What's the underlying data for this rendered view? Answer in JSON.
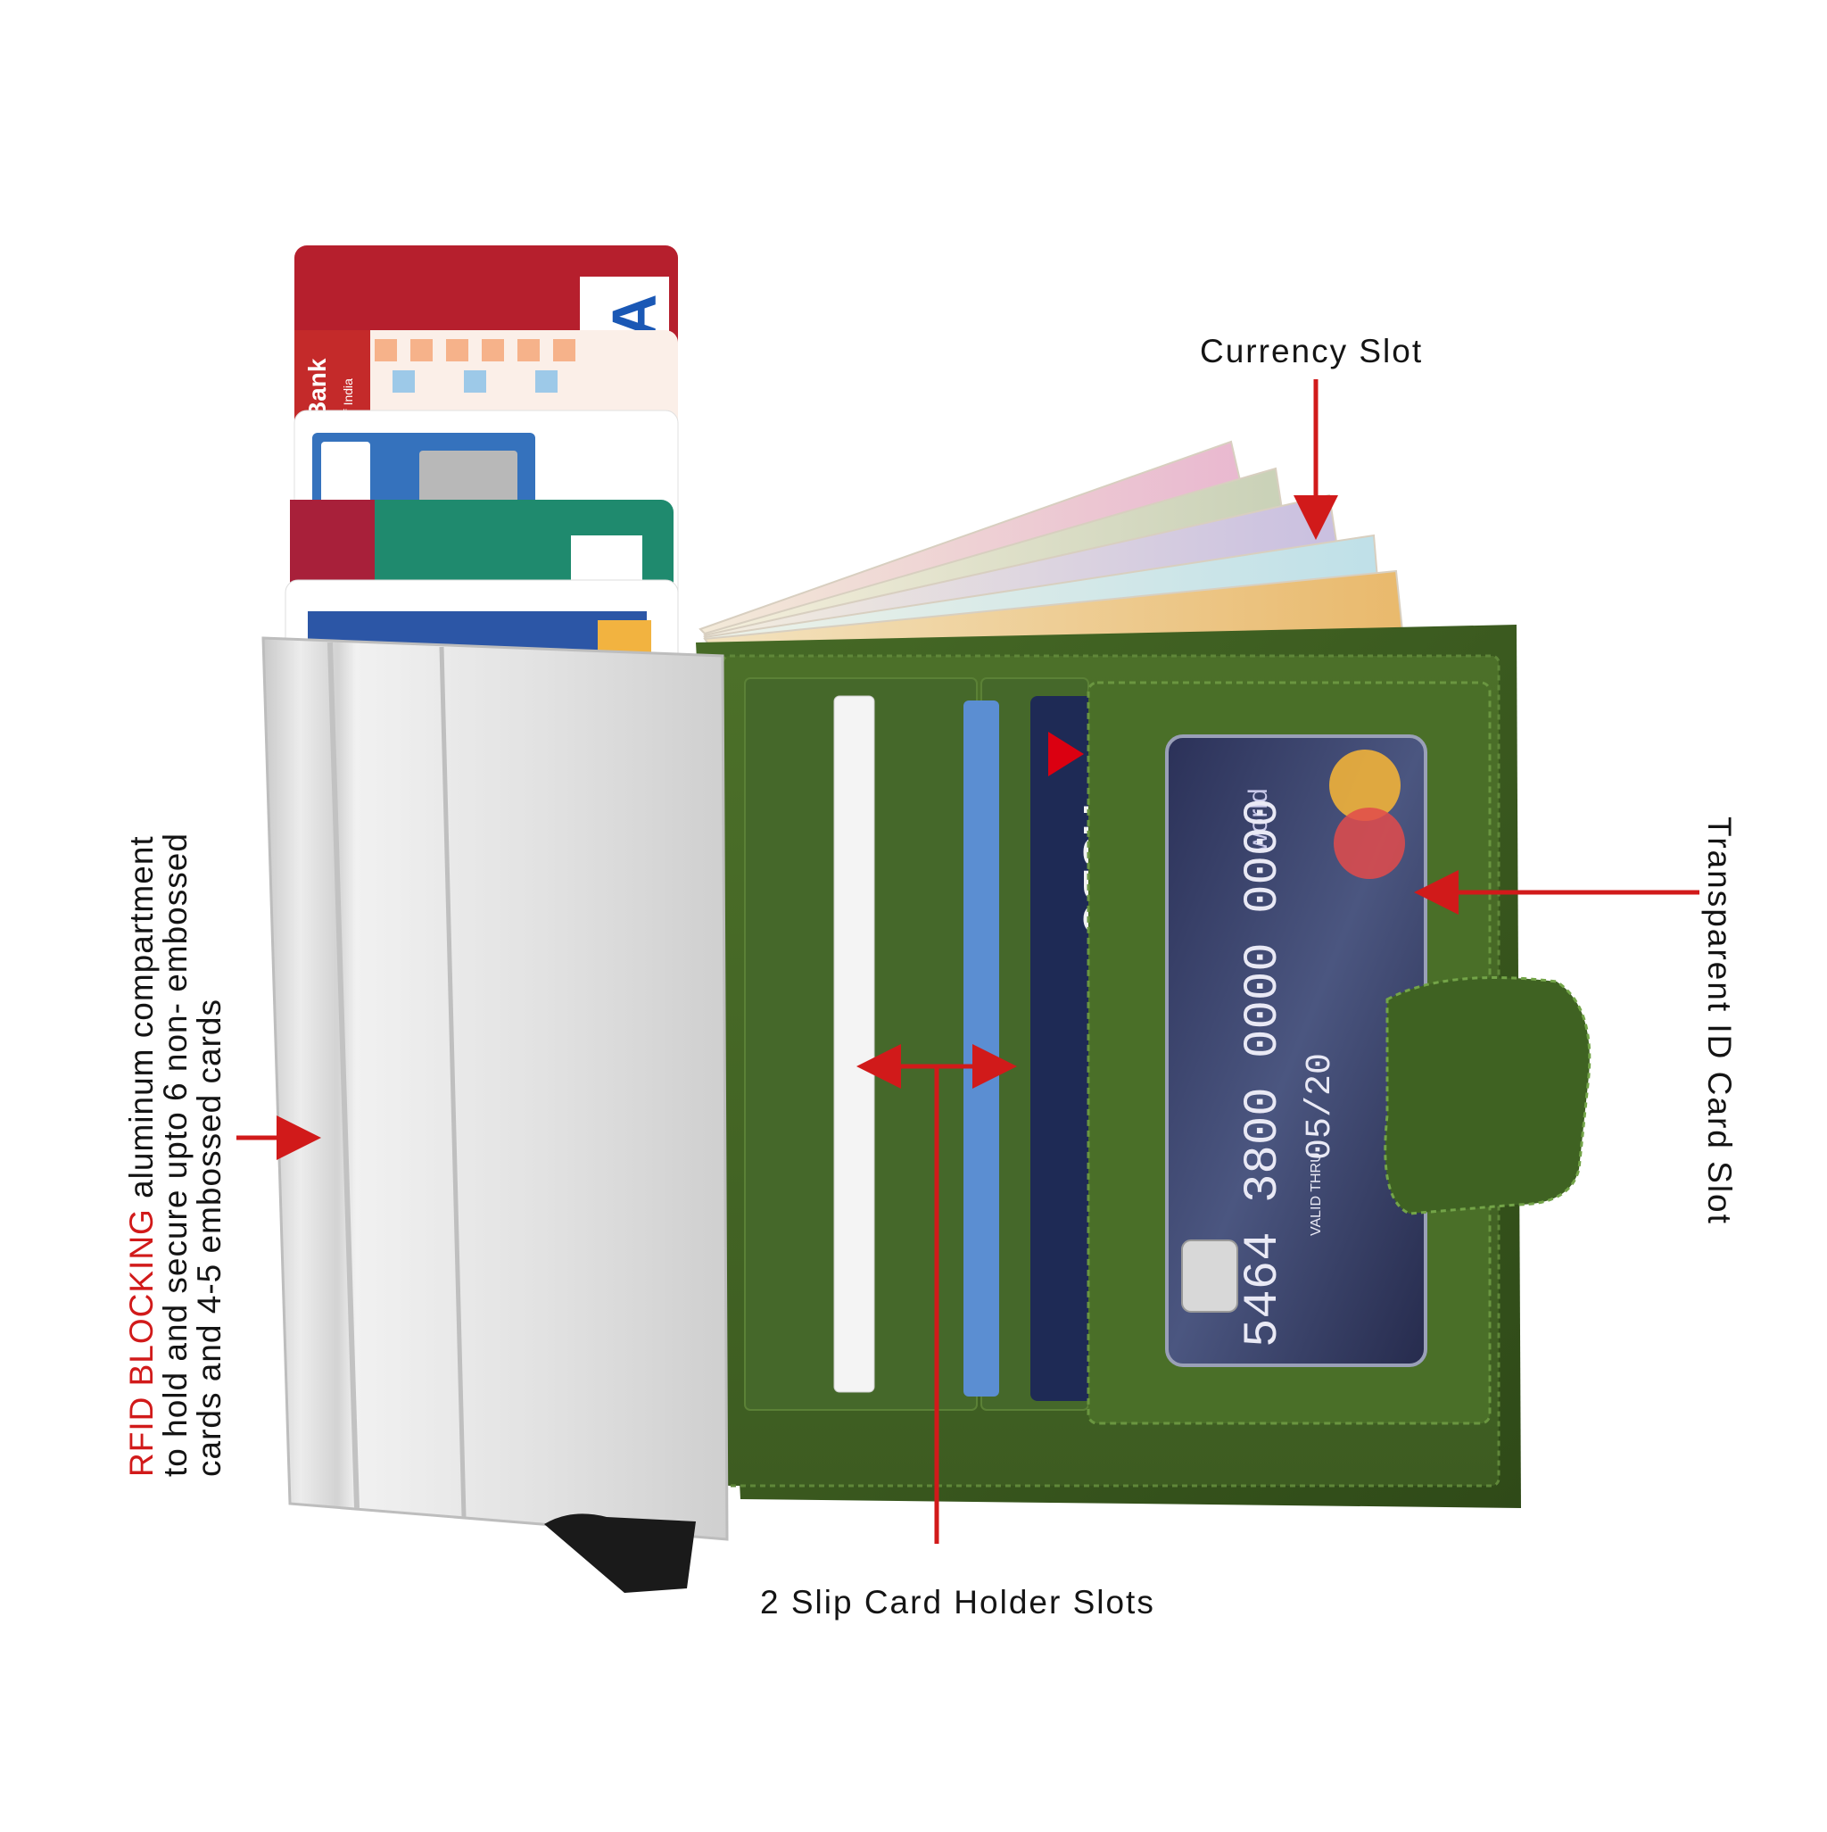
{
  "labels": {
    "currency_slot": "Currency Slot",
    "transparent_id_slot": "Transparent ID Card Slot",
    "slip_card_slots": "2 Slip Card Holder Slots",
    "rfid_highlight": "RFID BLOCKING",
    "rfid_line1_rest": " aluminum compartment",
    "rfid_line2": "to hold and secure upto 6 non- embossed",
    "rfid_line3": "cards and 4-5 embossed cards"
  },
  "card_text": {
    "hsbc": "HSBC",
    "world": "world",
    "card_number_1": "5464 3800 0000 0000",
    "valid_thru": "VALID THRU",
    "expiry": "05/20",
    "bank": "Bank",
    "bank_sub": "of India"
  },
  "colors": {
    "annotation_red": "#d11a1a",
    "leather_green": "#3f5e22",
    "aluminum": "#dcdcdc"
  }
}
